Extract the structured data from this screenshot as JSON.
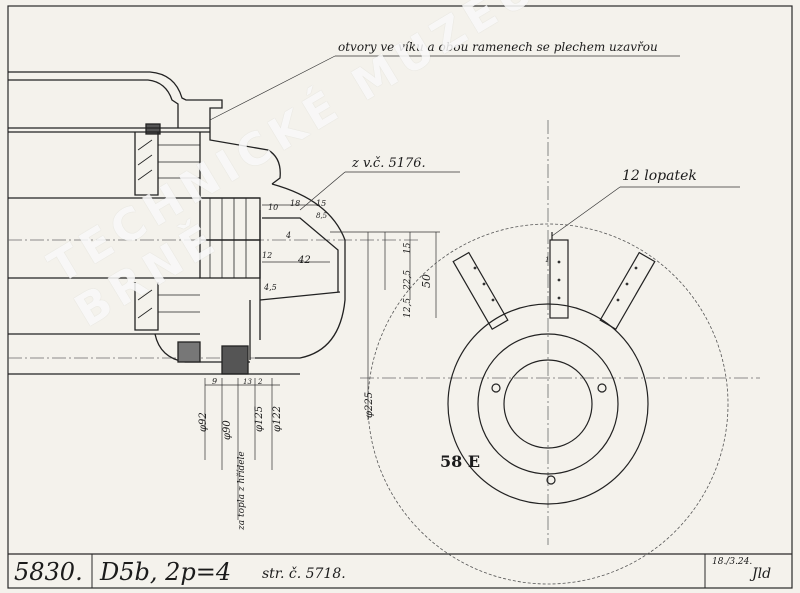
{
  "drawing": {
    "note_top": "otvory ve víku a obou ramenech se plechem uzavřou",
    "ref_number": "z v.č. 5176.",
    "blades_label": "12 lopatek",
    "dimensions": {
      "d_92": "φ92",
      "d_90": "φ90",
      "d_125": "φ125",
      "d_122": "φ122",
      "d_225": "φ225",
      "h_50": "50",
      "h_15": "15",
      "h_225": "22,5",
      "h_125": "12,5",
      "w_42": "42",
      "w_10": "10",
      "w_18": "18",
      "w_4": "4",
      "w_15": "15",
      "w_9": "9",
      "w_45": "4,5",
      "w_12": "12",
      "w_85": "8,5",
      "w_13": "13",
      "w_2": "2",
      "w_1": "1",
      "side_note": "za topla z hřídele"
    },
    "center_mark": "58 E"
  },
  "title_block": {
    "number": "5830.",
    "type": "D5b, 2p=4",
    "page_ref": "str. č. 5718.",
    "date": "18./3.24.",
    "signature": "Jld"
  },
  "watermark": "TECHNICKÉ MUZEUM V BRNĚ"
}
